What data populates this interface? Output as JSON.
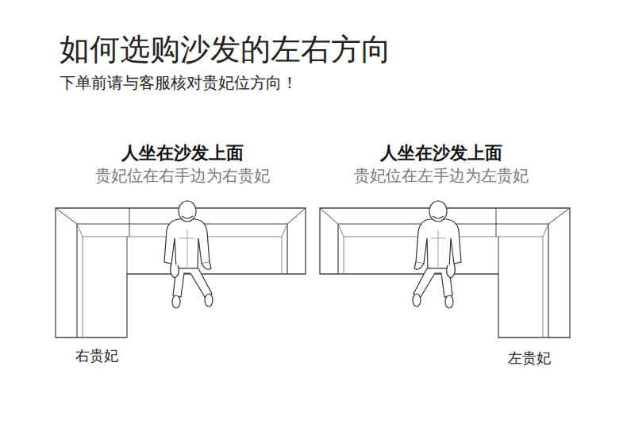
{
  "diagram": {
    "title": "如何选购沙发的左右方向",
    "labels": [
      "下单前请与客服核对贵妃位方向！",
      "人坐在沙发上面",
      "贵妃位在右手边为右贵妃",
      "人坐在沙发上面",
      "贵妃位在左手边为左贵妃",
      "右贵妃",
      "左贵妃"
    ]
  }
}
